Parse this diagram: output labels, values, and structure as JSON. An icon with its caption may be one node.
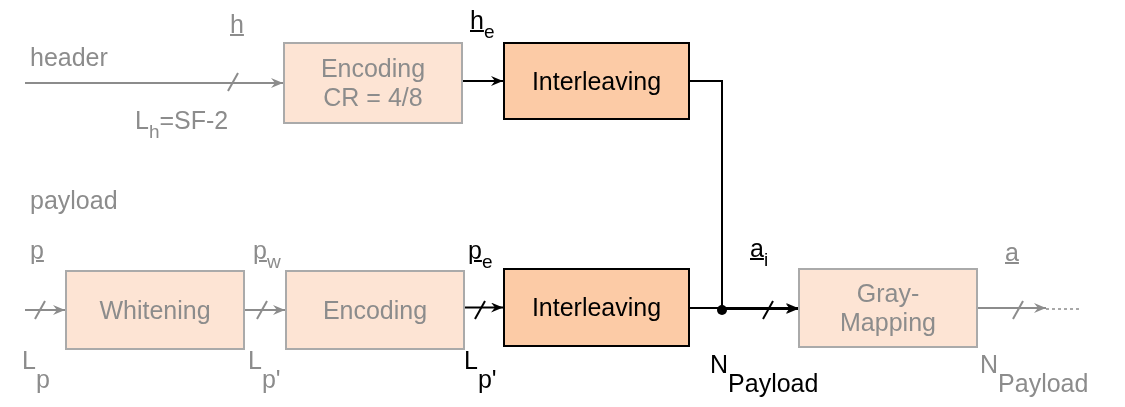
{
  "diagram": {
    "nodes": [
      {
        "text": [
          "Encoding CR = 4/8"
        ]
      },
      {
        "text": [
          "Interleaving"
        ]
      },
      {
        "text": [
          "Whitening"
        ]
      },
      {
        "text": [
          "Encoding"
        ]
      },
      {
        "text": [
          "Interleaving"
        ]
      },
      {
        "text": [
          "Gray- Mapping"
        ]
      }
    ],
    "edges": [
      {
        "from": null,
        "to": 0,
        "arrow": "to"
      },
      {
        "from": 0,
        "to": 1,
        "arrow": "to",
        "color": "#000000"
      },
      {
        "from": null,
        "to": 2,
        "arrow": "to"
      },
      {
        "from": 2,
        "to": 3,
        "arrow": "to"
      },
      {
        "from": 3,
        "to": 4,
        "arrow": "to",
        "color": "#000000"
      },
      {
        "from": 1,
        "to": 5,
        "arrow": "to",
        "color": "#000000"
      },
      {
        "from": 4,
        "to": 5,
        "arrow": "to",
        "color": "#000000"
      },
      {
        "from": 5,
        "to": null,
        "arrow": "to"
      }
    ],
    "labels": [
      "h$_{e}$",
      "h",
      "header",
      "L$_{h}$=SF-2",
      "payload",
      "p",
      "p$_{w}$",
      "p$_{e}$",
      "a$_{i}$",
      "a",
      "L$_{p}$",
      "L$_{p'}$",
      "L$_{p'}$",
      "N$_{Payload}$",
      "N$_{Payload}$"
    ]
  }
}
